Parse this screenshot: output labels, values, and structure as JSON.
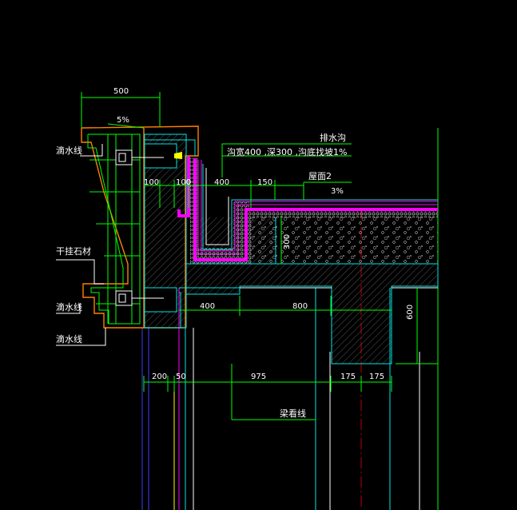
{
  "labels": {
    "drip_line_top": "滴水线",
    "dry_hang_stone": "干挂石材",
    "drip_line_mid": "滴水线",
    "drip_line_bottom": "滴水线",
    "drain_gutter": "排水沟",
    "gutter_spec": "沟宽400 ,深300 ,沟底找坡1%",
    "roof_surface": "屋面2",
    "roof_slope": "3%",
    "top_slope": "5%",
    "beam_line": "梁看线"
  },
  "dimensions": {
    "d500": "500",
    "d100a": "100",
    "d100b": "100",
    "d400top": "400",
    "d150": "150",
    "d300": "300",
    "d400mid": "400",
    "d800": "800",
    "d600": "600",
    "d200": "200",
    "d50": "50",
    "d975": "975",
    "d175a": "175",
    "d175b": "175"
  },
  "colors": {
    "background": "#000000",
    "green": "#00ff00",
    "cyan": "#00e5e5",
    "orange": "#ff7f00",
    "magenta": "#ff00ff",
    "white": "#ffffff",
    "yellow": "#ffff00",
    "red": "#c00000",
    "blue": "#4040ff"
  }
}
